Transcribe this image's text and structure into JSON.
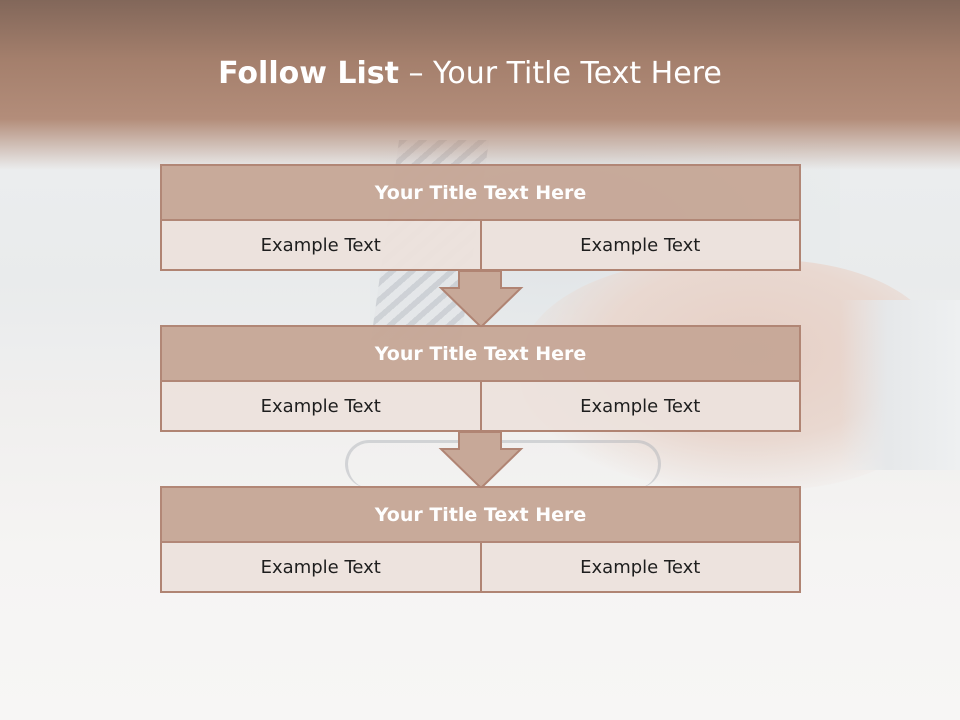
{
  "slide": {
    "title_bold": "Follow List",
    "title_rest": "  – Your Title Text Here"
  },
  "steps": [
    {
      "title": "Your Title Text Here",
      "left": "Example Text",
      "right": "Example Text"
    },
    {
      "title": "Your Title Text Here",
      "left": "Example Text",
      "right": "Example Text"
    },
    {
      "title": "Your Title Text Here",
      "left": "Example Text",
      "right": "Example Text"
    }
  ],
  "colors": {
    "header_band": "#a47f6c",
    "box_fill": "#c7a898",
    "box_border": "#b08473",
    "cell_fill": "#ece1dc",
    "arrow_fill": "#c7a898"
  }
}
